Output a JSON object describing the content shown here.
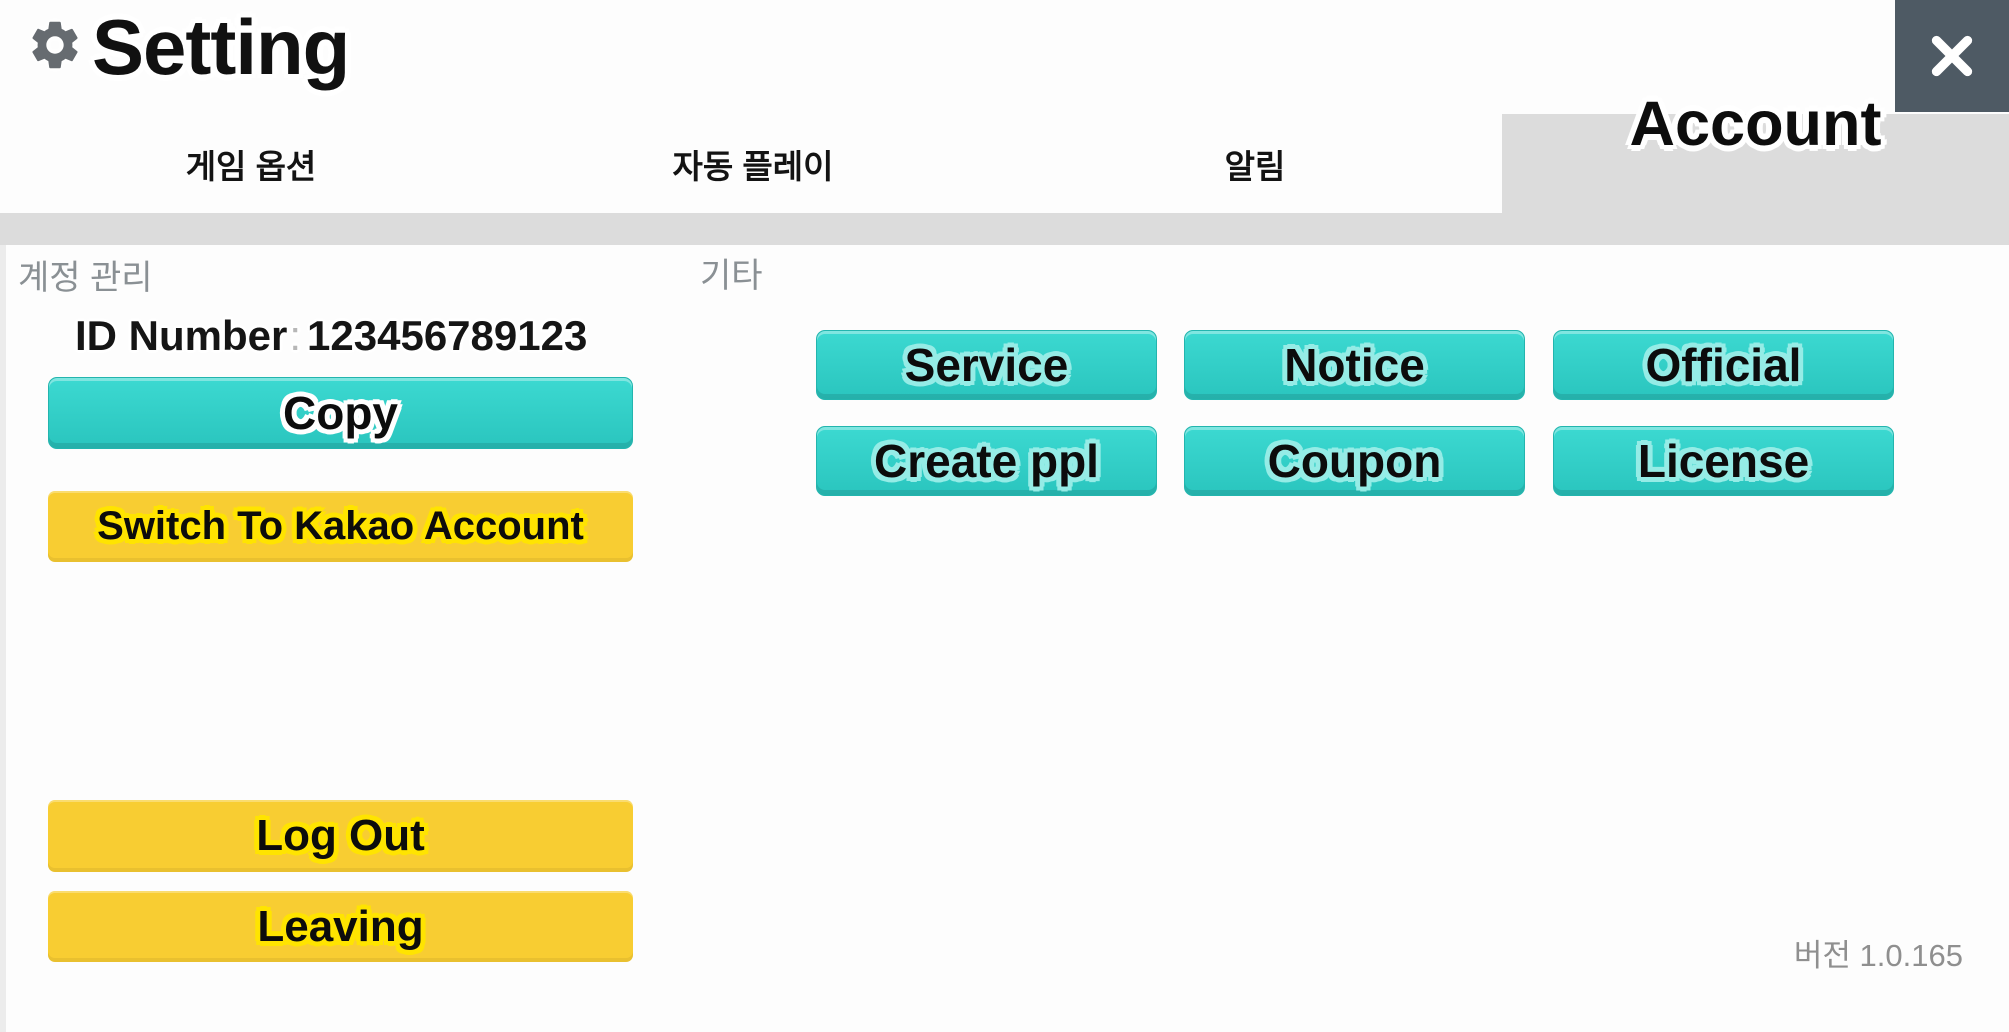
{
  "window": {
    "title": "Setting",
    "close": "close"
  },
  "tabs": [
    {
      "label": "게임 옵션",
      "active": false
    },
    {
      "label": "자동 플레이",
      "active": false
    },
    {
      "label": "알림",
      "active": false
    },
    {
      "label": "Account",
      "active": true
    }
  ],
  "account": {
    "section_title": "계정 관리",
    "id_label": "ID Number",
    "id_colon": ":",
    "id_value": "123456789123",
    "copy_label": "Copy",
    "kakao_label": "Switch To Kakao Account",
    "logout_label": "Log Out",
    "leaving_label": "Leaving"
  },
  "etc": {
    "section_title": "기타",
    "buttons": [
      {
        "label": "Service"
      },
      {
        "label": "Notice"
      },
      {
        "label": "Official"
      },
      {
        "label": "Create ppl"
      },
      {
        "label": "Coupon"
      },
      {
        "label": "License"
      }
    ]
  },
  "footer": {
    "version": "버전 1.0.165"
  },
  "colors": {
    "teal_button": "#30d0c8",
    "teal_halo": "#95ece6",
    "yellow_button": "#f8cd32",
    "yellow_halo": "#ffe400",
    "active_tab_gray": "#dcdcdc",
    "close_button_bg": "#4e5a64",
    "section_title_gray": "#8a9094"
  }
}
